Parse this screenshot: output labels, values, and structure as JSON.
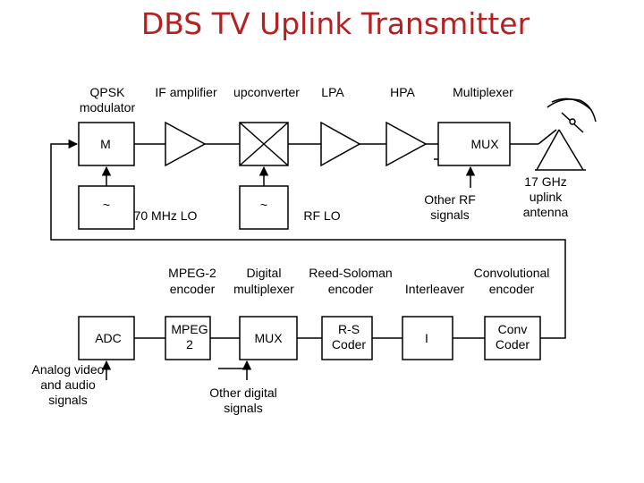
{
  "title": "DBS TV Uplink Transmitter",
  "colors": {
    "title": "#b22222",
    "lines": "#000000"
  },
  "top_row": {
    "qpsk_label_1": "QPSK",
    "qpsk_label_2": "modulator",
    "if_amplifier": "IF amplifier",
    "upconverter": "upconverter",
    "lpa": "LPA",
    "hpa": "HPA",
    "multiplexer": "Multiplexer",
    "modulator_symbol": "M",
    "mux_symbol": "MUX",
    "osc_symbol": "~",
    "lo_70": "70 MHz LO",
    "rf_lo": "RF  LO",
    "other_rf_1": "Other RF",
    "other_rf_2": "signals",
    "antenna_1": "17 GHz",
    "antenna_2": "uplink",
    "antenna_3": "antenna"
  },
  "bottom_row": {
    "mpeg2_encoder_1": "MPEG-2",
    "mpeg2_encoder_2": "encoder",
    "digital_mux_1": "Digital",
    "digital_mux_2": "multiplexer",
    "rs_encoder_1": "Reed-Soloman",
    "rs_encoder_2": "encoder",
    "interleaver": "Interleaver",
    "conv_encoder_1": "Convolutional",
    "conv_encoder_2": "encoder",
    "adc": "ADC",
    "mpeg_box_1": "MPEG",
    "mpeg_box_2": "2",
    "mux_box": "MUX",
    "rs_box_1": "R-S",
    "rs_box_2": "Coder",
    "i_box": "I",
    "conv_box_1": "Conv",
    "conv_box_2": "Coder",
    "analog_1": "Analog video",
    "analog_2": "and audio",
    "analog_3": "signals",
    "other_digital_1": "Other digital",
    "other_digital_2": "signals"
  }
}
